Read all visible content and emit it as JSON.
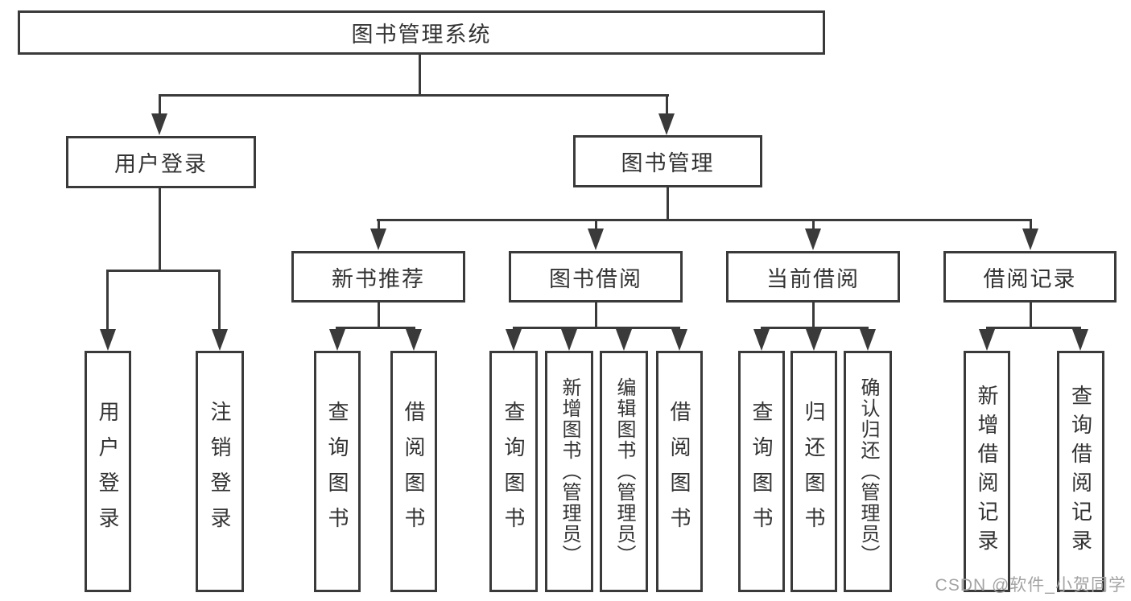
{
  "nodes": {
    "root": "图书管理系统",
    "user_login": "用户登录",
    "book_mgmt": "图书管理",
    "user_login_children": [
      "用户登录",
      "注销登录"
    ],
    "sections": [
      {
        "label": "新书推荐",
        "children": [
          "查询图书",
          "借阅图书"
        ]
      },
      {
        "label": "图书借阅",
        "children": [
          "查询图书",
          "新增图书（管理员）",
          "编辑图书（管理员）",
          "借阅图书"
        ]
      },
      {
        "label": "当前借阅",
        "children": [
          "查询图书",
          "归还图书",
          "确认归还（管理员）"
        ]
      },
      {
        "label": "借阅记录",
        "children": [
          "新增借阅记录",
          "查询借阅记录"
        ]
      }
    ]
  },
  "watermark": "CSDN @软件_小贺同学",
  "colors": {
    "line": "#3a3a3a",
    "text": "#333333",
    "watermark": "#a3a3a3",
    "background": "#ffffff"
  }
}
